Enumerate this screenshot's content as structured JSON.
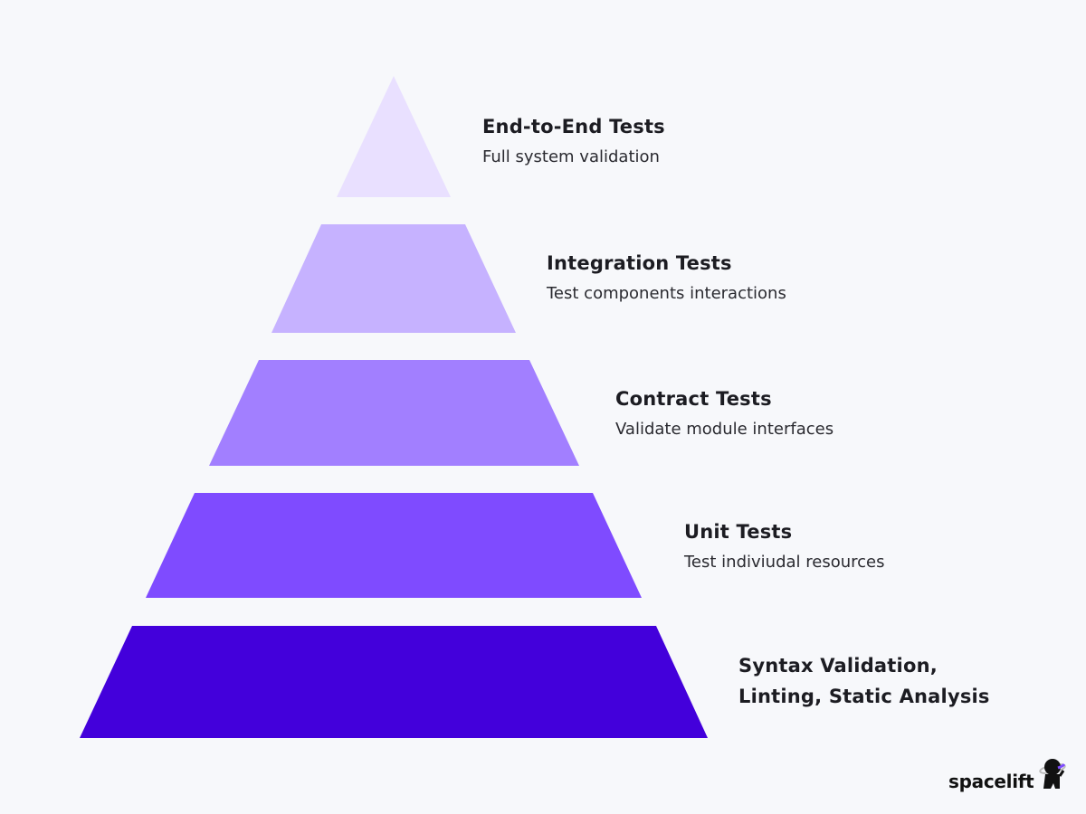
{
  "tiers": [
    {
      "title": "End-to-End Tests",
      "subtitle": "Full system validation",
      "color": "#e9e0ff"
    },
    {
      "title": "Integration Tests",
      "subtitle": "Test components interactions",
      "color": "#c6b2ff"
    },
    {
      "title": "Contract Tests",
      "subtitle": "Validate module interfaces",
      "color": "#a27fff"
    },
    {
      "title": "Unit Tests",
      "subtitle": "Test indiviudal resources",
      "color": "#7f4bff"
    },
    {
      "title_line1": "Syntax Validation,",
      "title_line2": "Linting, Static Analysis",
      "color": "#4300db"
    }
  ],
  "logo": {
    "text": "spacelift"
  }
}
